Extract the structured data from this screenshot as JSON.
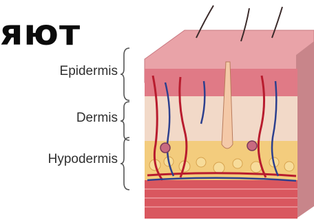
{
  "heading_fragment": "яют",
  "labels": {
    "epidermis": "Epidermis",
    "dermis": "Dermis",
    "hypodermis": "Hypodermis"
  },
  "colors": {
    "epidermis": "#e07a86",
    "dermis": "#f2d9c8",
    "fat": "#f3cc7d",
    "bottom": "#d9575f",
    "vessel_red": "#b81c2e",
    "vessel_blue": "#2c3f8e"
  }
}
